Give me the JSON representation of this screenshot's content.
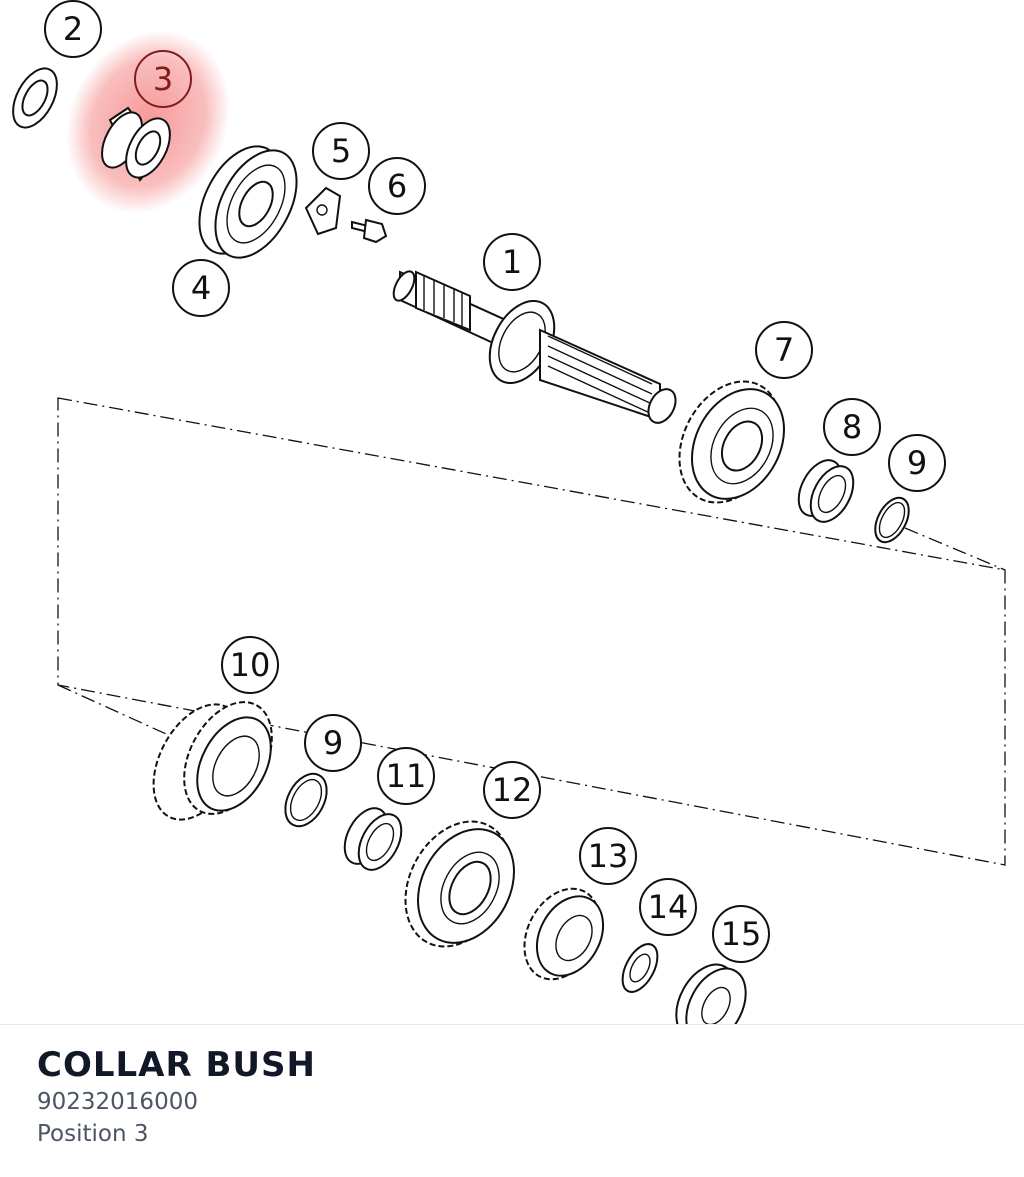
{
  "callouts": [
    {
      "id": "c1",
      "label": "1"
    },
    {
      "id": "c2",
      "label": "2"
    },
    {
      "id": "c3",
      "label": "3"
    },
    {
      "id": "c4",
      "label": "4"
    },
    {
      "id": "c5",
      "label": "5"
    },
    {
      "id": "c6",
      "label": "6"
    },
    {
      "id": "c7",
      "label": "7"
    },
    {
      "id": "c8",
      "label": "8"
    },
    {
      "id": "c9a",
      "label": "9"
    },
    {
      "id": "c10",
      "label": "10"
    },
    {
      "id": "c9b",
      "label": "9"
    },
    {
      "id": "c11",
      "label": "11"
    },
    {
      "id": "c12",
      "label": "12"
    },
    {
      "id": "c13",
      "label": "13"
    },
    {
      "id": "c14",
      "label": "14"
    },
    {
      "id": "c15",
      "label": "15"
    }
  ],
  "highlight": {
    "callout": "3",
    "color": "#ef4444"
  },
  "selected_part": {
    "name": "COLLAR BUSH",
    "number": "90232016000",
    "position": "Position 3"
  }
}
